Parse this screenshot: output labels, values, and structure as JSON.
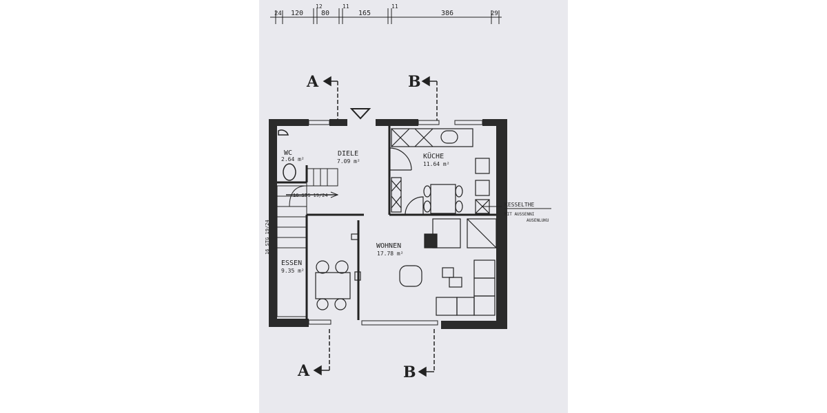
{
  "dimension_chain": [
    "24",
    "120",
    "12",
    "80",
    "11",
    "165",
    "11",
    "386",
    "29"
  ],
  "section_markers": {
    "a": "A",
    "b": "B"
  },
  "rooms": {
    "wc": {
      "name": "WC",
      "area": "2.64 m²"
    },
    "diele": {
      "name": "DIELE",
      "area": "7.09 m²"
    },
    "kueche": {
      "name": "KÜCHE",
      "area": "11.64 m²"
    },
    "wohnen": {
      "name": "WOHNEN",
      "area": "17.78 m²"
    },
    "essen": {
      "name": "ESSEN",
      "area": "9.35 m²"
    }
  },
  "stairs": {
    "upper_label": "16 STG 19/24",
    "lower_label": "16 STG 19/24"
  },
  "annotation": {
    "line1": "KESSELTHE",
    "line2": "MIT AUSSENNI",
    "line3": "AUSENLUKU"
  },
  "colors": {
    "paper": "#e9e9ee",
    "ink": "#222222",
    "wall": "#2b2b2b"
  }
}
